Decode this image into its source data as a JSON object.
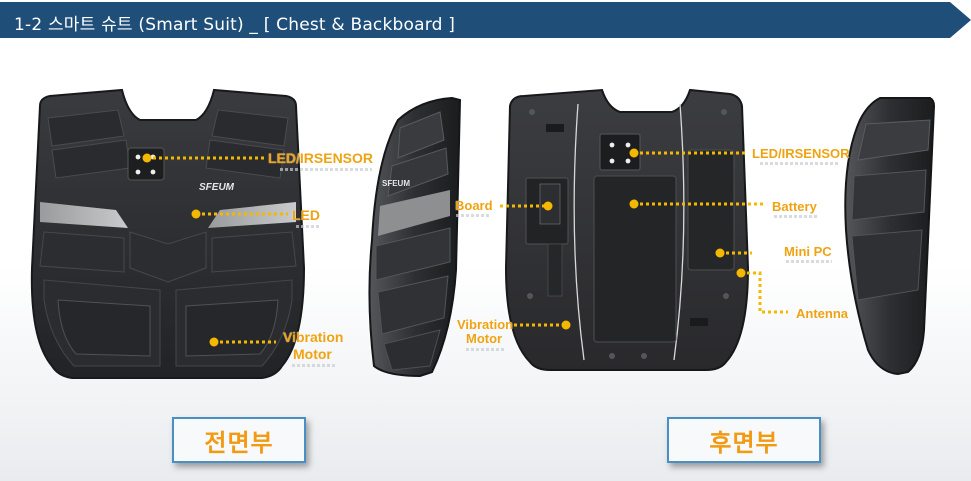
{
  "header": {
    "title": "1-2 스마트 슈트 (Smart Suit) _ [ Chest & Backboard ]",
    "bg_color": "#1f4e79"
  },
  "logo_text": "SFEUM",
  "front_labels": {
    "led_irsensor": "LED/IRSENSOR",
    "led": "LED",
    "vibration_motor_line1": "Vibration",
    "vibration_motor_line2": "Motor"
  },
  "back_labels": {
    "led_irsensor": "LED/IRSENSOR",
    "board": "Board",
    "battery": "Battery",
    "mini_pc": "Mini PC",
    "antenna": "Antenna",
    "vibration_motor_line1": "Vibration",
    "vibration_motor_line2": "Motor"
  },
  "sections": {
    "front": "전면부",
    "back": "후면부"
  },
  "colors": {
    "accent": "#f0a312",
    "dot": "#f5b800",
    "box_border": "#4a8fc4"
  },
  "icons": [
    "chest-board-front",
    "chest-board-side",
    "back-board-inside",
    "back-board-side"
  ]
}
